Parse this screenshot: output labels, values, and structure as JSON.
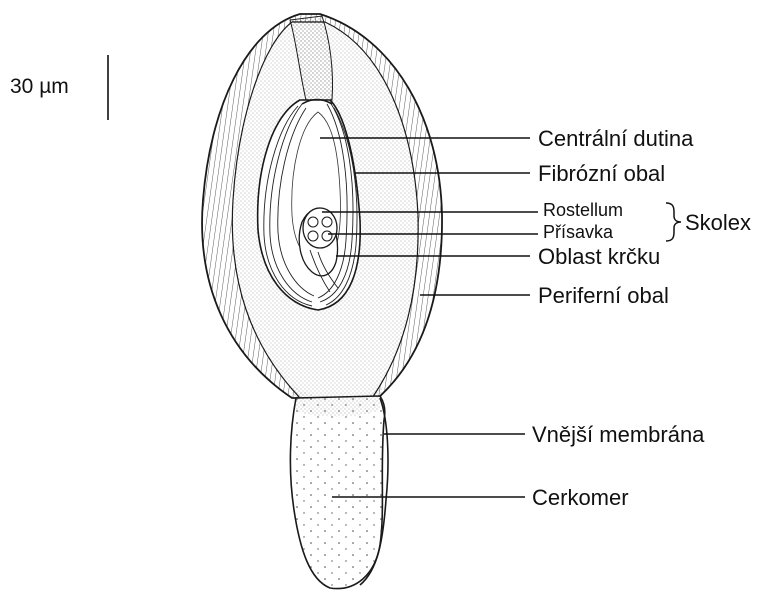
{
  "scale_bar": {
    "label": "30 µm"
  },
  "labels": {
    "central_cavity": "Centrální dutina",
    "fibrous_layer": "Fibrózní obal",
    "rostellum": "Rostellum",
    "sucker": "Přísavka",
    "scolex": "Skolex",
    "neck_region": "Oblast krčku",
    "peripheral_layer": "Periferní obal",
    "outer_membrane": "Vnější membrána",
    "cercomer": "Cerkomer"
  }
}
